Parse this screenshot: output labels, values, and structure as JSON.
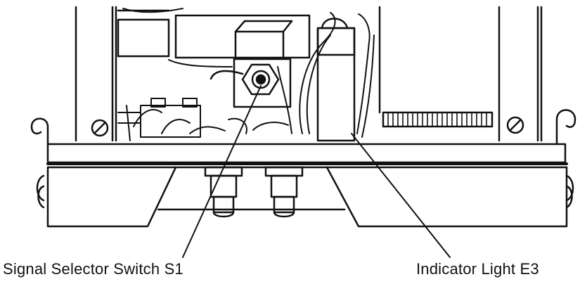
{
  "figure": {
    "components": [
      {
        "id": "s1",
        "label": "Signal Selector Switch S1",
        "icon": "toggle-switch-icon"
      },
      {
        "id": "e3",
        "label": "Indicator Light E3",
        "icon": "indicator-lamp-icon"
      }
    ],
    "colors": {
      "ink": "#111111",
      "paper": "#ffffff"
    }
  }
}
